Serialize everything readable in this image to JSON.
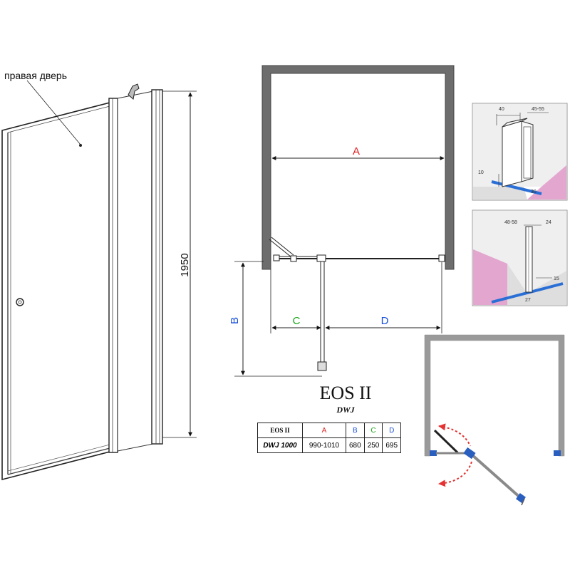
{
  "door_label": "правая дверь",
  "height_dim": "1950",
  "plan": {
    "A": "A",
    "B": "B",
    "C": "C",
    "D": "D"
  },
  "detail_top": {
    "d1": "40",
    "d2": "45-55",
    "d3": "10",
    "d4": "30"
  },
  "detail_bottom": {
    "d1": "48-58",
    "d2": "24",
    "d3": "15",
    "d4": "27"
  },
  "title": "EOS II",
  "subtitle": "DWJ",
  "table": {
    "header": [
      "EOS II",
      "A",
      "B",
      "C",
      "D"
    ],
    "row": [
      "DWJ 1000",
      "990-1010",
      "680",
      "250",
      "695"
    ]
  },
  "colors": {
    "A": "#e02020",
    "B": "#1a4fd8",
    "C": "#1aa51a",
    "D": "#1a4fd8",
    "arrow": "#e53333",
    "pink": "#e3a6cf",
    "seal": "#2a6fd6"
  }
}
